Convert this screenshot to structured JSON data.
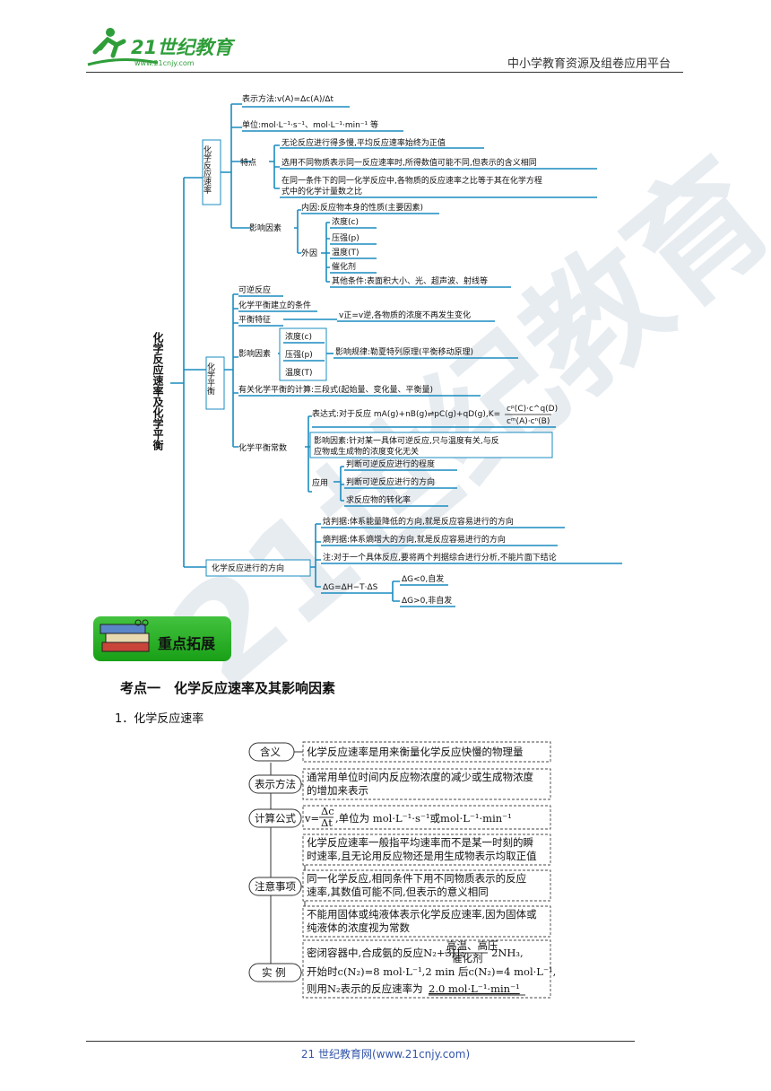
{
  "header": {
    "logo_text": "21世纪教育",
    "logo_url": "www.21cnjy.com",
    "site": "中小学教育资源及组卷应用平台"
  },
  "watermark": "21世纪教育",
  "mindmap": {
    "root": "化学反应速率及化学平衡",
    "rate": {
      "label": "化学反应速率",
      "expr": "表示方法:v(A)=Δc(A)/Δt",
      "unit": "单位:mol·L⁻¹·s⁻¹、mol·L⁻¹·min⁻¹ 等",
      "feature_label": "特点",
      "features": [
        "无论反应进行得多慢,平均反应速率始终为正值",
        "选用不同物质表示同一反应速率时,所得数值可能不同,但表示的含义相同",
        "在同一条件下的同一化学反应中,各物质的反应速率之比等于其在化学方程",
        "式中的化学计量数之比"
      ],
      "factor_label": "影响因素",
      "inner": "内因:反应物本身的性质(主要因素)",
      "outer_label": "外因",
      "outer": [
        "浓度(c)",
        "压强(p)",
        "温度(T)",
        "催化剂",
        "其他条件:表面积大小、光、超声波、射线等"
      ]
    },
    "eq": {
      "label": "化学平衡",
      "reversible": "可逆反应",
      "condition": "化学平衡建立的条件",
      "feature": "平衡特征",
      "feature_desc": "v正=v逆,各物质的浓度不再发生变化",
      "factor_label": "影响因素",
      "factors": [
        "浓度(c)",
        "压强(p)",
        "温度(T)"
      ],
      "rule": "影响规律:勒夏特列原理(平衡移动原理)",
      "calc": "有关化学平衡的计算:三段式(起始量、变化量、平衡量)",
      "k_label": "化学平衡常数",
      "k_expr": "表达式:对于反应 mA(g)+nB(g)⇌pC(g)+qD(g),K=",
      "k_frac_num": "cᵖ(C)·c^q(D)",
      "k_frac_den": "cᵐ(A)·cⁿ(B)",
      "k_factor1": "影响因素:针对某一具体可逆反应,只与温度有关,与反",
      "k_factor2": "应物或生成物的浓度变化无关",
      "app_label": "应用",
      "apps": [
        "判断可逆反应进行的程度",
        "判断可逆反应进行的方向",
        "求反应物的转化率"
      ]
    },
    "dir": {
      "label": "化学反应进行的方向",
      "items": [
        "焓判据:体系能量降低的方向,就是反应容易进行的方向",
        "熵判据:体系熵增大的方向,就是反应容易进行的方向",
        "注:对于一个具体反应,要将两个判据综合进行分析,不能片面下结论"
      ],
      "g_expr": "ΔG=ΔH−T·ΔS",
      "g_items": [
        "ΔG<0,自发",
        "ΔG>0,非自发"
      ]
    }
  },
  "badge": "重点拓展",
  "section_title": "考点一　化学反应速率及其影响因素",
  "subsection": "1．化学反应速率",
  "diagram": {
    "l_meaning": "含义",
    "meaning": "化学反应速率是用来衡量化学反应快慢的物理量",
    "l_method": "表示方法",
    "method1": "通常用单位时间内反应物浓度的减少或生成物浓度",
    "method2": "的增加来表示",
    "l_formula": "计算公式",
    "formula_v": "v=",
    "formula_num": "Δc",
    "formula_den": "Δt",
    "formula_unit": ",单位为 mol·L⁻¹·s⁻¹或mol·L⁻¹·min⁻¹",
    "l_notes": "注意事项",
    "note1a": "化学反应速率一般指平均速率而不是某一时刻的瞬",
    "note1b": "时速率,且无论用反应物还是用生成物表示均取正值",
    "note2a": "同一化学反应,相同条件下用不同物质表示的反应",
    "note2b": "速率,其数值可能不同,但表示的意义相同",
    "note3a": "不能用固体或纯液体表示化学反应速率,因为固体或",
    "note3b": "纯液体的浓度视为常数",
    "l_example": "实 例",
    "ex1a": "密闭容器中,合成氨的反应N₂+3H₂",
    "ex1cond_top": "高温、高压",
    "ex1cond_bot": "催化剂",
    "ex1b": "2NH₃,",
    "ex2": "开始时c(N₂)=8 mol·L⁻¹,2 min 后c(N₂)=4 mol·L⁻¹,",
    "ex3a": "则用N₂表示的反应速率为",
    "ex3b": "2.0 mol·L⁻¹·min⁻¹"
  },
  "footer": "21 世纪教育网(www.21cnjy.com)"
}
